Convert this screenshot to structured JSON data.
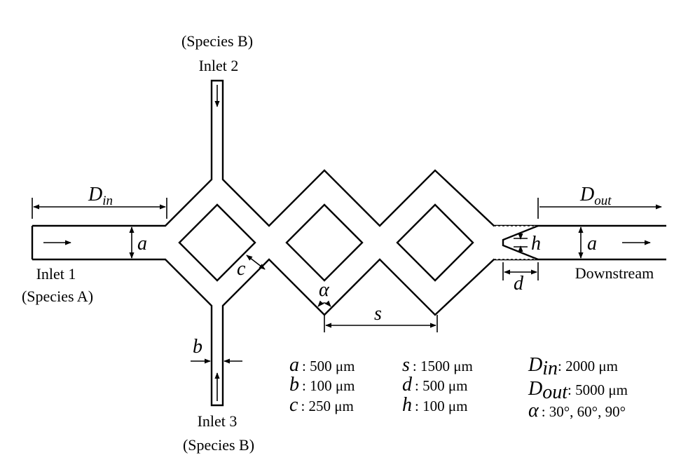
{
  "labels": {
    "inlet1": "Inlet 1",
    "inlet1_species": "(Species A)",
    "inlet2": "Inlet 2",
    "inlet2_species": "(Species B)",
    "inlet3": "Inlet 3",
    "inlet3_species": "(Species B)",
    "downstream": "Downstream"
  },
  "dimensions": {
    "a": "a",
    "b": "b",
    "c": "c",
    "s": "s",
    "d": "d",
    "h": "h",
    "alpha": "α",
    "d_in_base": "D",
    "d_in_sub": "in",
    "d_out_base": "D",
    "d_out_sub": "out"
  },
  "parameters": {
    "a_val": ": 500 μm",
    "b_val": ": 100 μm",
    "c_val": ": 250 μm",
    "s_val": ": 1500 μm",
    "d_val": ": 500 μm",
    "h_val": ": 100 μm",
    "din_val": ": 2000 μm",
    "dout_val": ": 5000 μm",
    "alpha_val": ": 30°, 60°, 90°"
  }
}
